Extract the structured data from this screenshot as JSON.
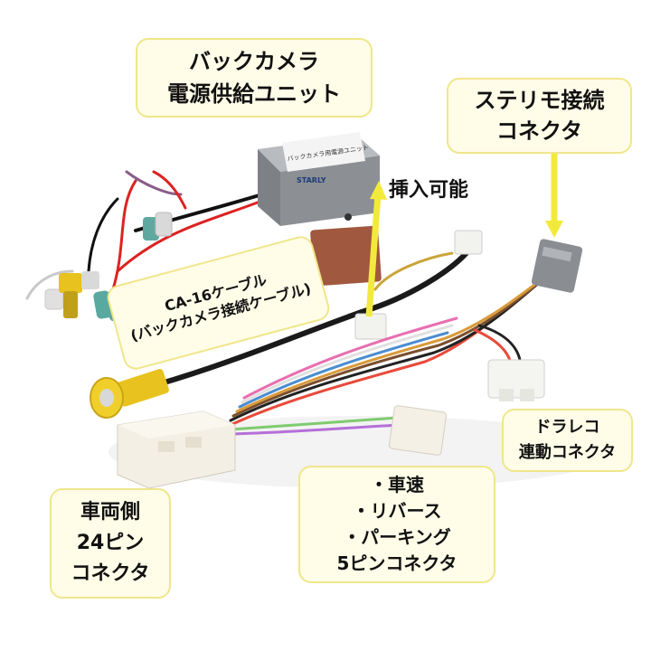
{
  "colors": {
    "callout_fill": "#fffde8",
    "callout_border": "#f0e68a",
    "arrow": "#f2ea3a",
    "unit_body": "#8c8f94",
    "pad": "#a0583f",
    "rca_yellow": "#e8c21e"
  },
  "callouts": {
    "unit": {
      "line1": "バックカメラ",
      "line2": "電源供給ユニット"
    },
    "stereo": {
      "line1": "ステリモ接続",
      "line2": "コネクタ"
    },
    "insert": "挿入可能",
    "cable": {
      "line1": "CA-16ケーブル",
      "line2": "(バックカメラ接続ケーブル)"
    },
    "dashcam": {
      "line1": "ドラレコ",
      "line2": "連動コネクタ"
    },
    "vehicle": {
      "line1": "車両側",
      "line2": "24ピン",
      "line3": "コネクタ"
    },
    "signals": {
      "line1": "・車速",
      "line2": "・リバース",
      "line3": "・パーキング",
      "line4": "5ピンコネクタ"
    }
  },
  "product": {
    "unit_label_line1": "バックカメラ用電源ユニット",
    "unit_brand": "STARLY"
  },
  "icons": [
    "arrow-up-icon",
    "arrow-down-icon"
  ]
}
